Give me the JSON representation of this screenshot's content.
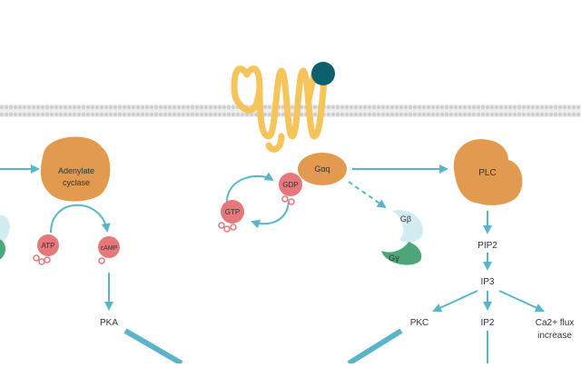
{
  "labels": {
    "adenylate_line1": "Adenylate",
    "adenylate_line2": "cyclase",
    "atp": "ATP",
    "camp": "cAMP",
    "pka": "PKA",
    "gtp": "GTP",
    "gdp": "GDP",
    "galpha_q": "Gαq",
    "gbeta": "Gβ",
    "ggamma": "Gγ",
    "plc": "PLC",
    "pip2": "PIP2",
    "ip3": "IP3",
    "pkc": "PKC",
    "ip2": "IP2",
    "ca_line1": "Ca2+ flux",
    "ca_line2": "increase"
  },
  "colors": {
    "orange": "#E19A4E",
    "receptor": "#F5C45A",
    "ligand": "#0E5F6E",
    "arrow": "#5BB5C9",
    "red": "#E4787A",
    "membrane": "#D4D4D4",
    "green": "#4CA67A",
    "light_blue": "#D3ECF1",
    "text": "#333333"
  }
}
